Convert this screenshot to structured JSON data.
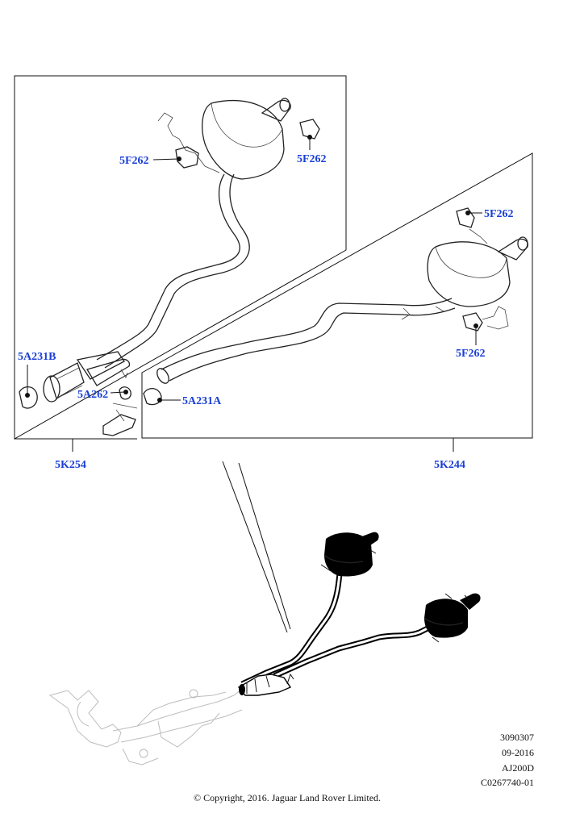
{
  "panels": [
    {
      "id": "left",
      "label": "5K254"
    },
    {
      "id": "right",
      "label": "5K244"
    }
  ],
  "callouts": {
    "left_5f262_a": "5F262",
    "left_5f262_b": "5F262",
    "left_5a231b": "5A231B",
    "left_5a262": "5A262",
    "right_5f262_a": "5F262",
    "right_5f262_b": "5F262",
    "right_5a231a": "5A231A"
  },
  "meta": {
    "code": "3090307",
    "date": "09-2016",
    "model": "AJ200D",
    "ref": "C0267740-01"
  },
  "copyright": "© Copyright, 2016. Jaguar Land Rover Limited.",
  "colors": {
    "callout_text": "#1a3fd6",
    "line": "#111111",
    "highlight_part": "#000000",
    "ghost_part": "#bdbdbd"
  }
}
